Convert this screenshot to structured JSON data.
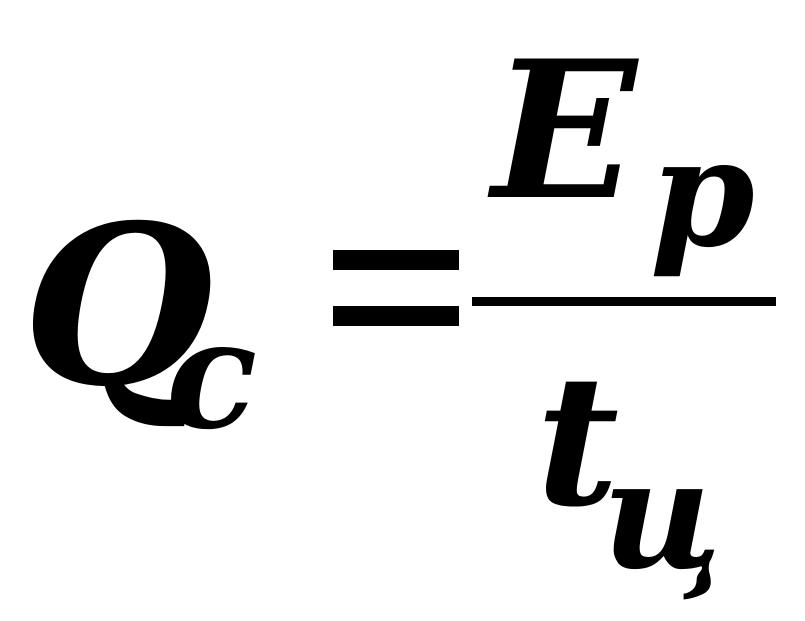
{
  "formula": {
    "lhs": {
      "symbol": "Q",
      "subscript": "c"
    },
    "relation": "=",
    "numerator": {
      "symbol": "E",
      "subscript": "p"
    },
    "denominator": {
      "symbol": "t",
      "subscript": "ц"
    }
  },
  "colors": {
    "text": "#000000",
    "background": "#ffffff"
  }
}
